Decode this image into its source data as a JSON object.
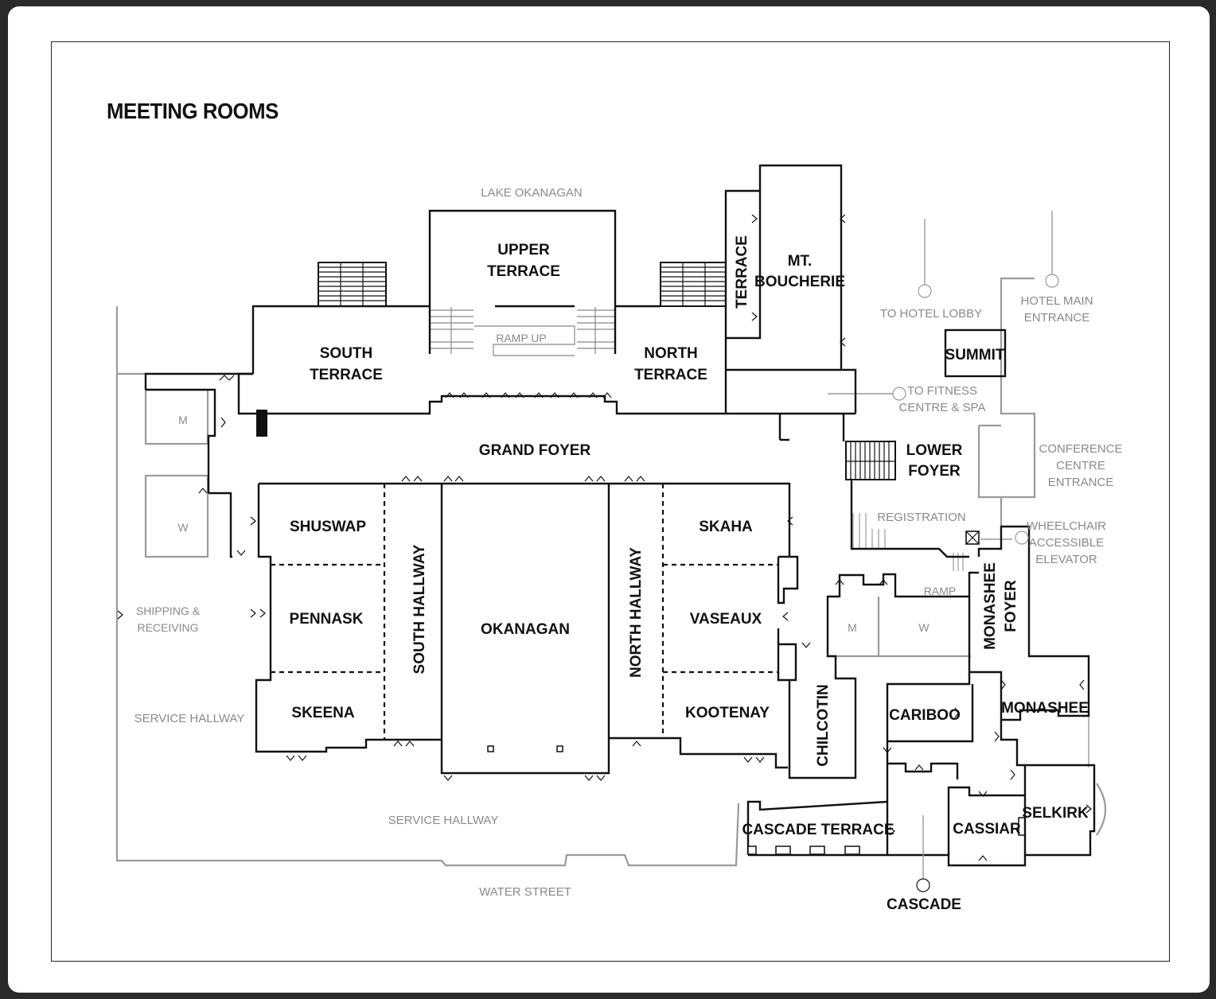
{
  "title": "MEETING ROOMS",
  "rooms": {
    "upper_terrace": [
      "UPPER",
      "TERRACE"
    ],
    "south_terrace": [
      "SOUTH",
      "TERRACE"
    ],
    "north_terrace": [
      "NORTH",
      "TERRACE"
    ],
    "terrace": "TERRACE",
    "mt_boucherie": [
      "MT.",
      "BOUCHERIE"
    ],
    "summit": "SUMMIT",
    "grand_foyer": "GRAND FOYER",
    "lower_foyer": [
      "LOWER",
      "FOYER"
    ],
    "shuswap": "SHUSWAP",
    "pennask": "PENNASK",
    "skeena": "SKEENA",
    "south_hallway": "SOUTH HALLWAY",
    "okanagan": "OKANAGAN",
    "north_hallway": "NORTH HALLWAY",
    "skaha": "SKAHA",
    "vaseaux": "VASEAUX",
    "kootenay": "KOOTENAY",
    "chilcotin": "CHILCOTIN",
    "monashee_foyer": [
      "MONASHEE",
      "FOYER"
    ],
    "cariboo": "CARIBOO",
    "monashee": "MONASHEE",
    "cascade_terrace": "CASCADE TERRACE",
    "cassiar": "CASSIAR",
    "selkirk": "SELKIRK",
    "cascade": "CASCADE"
  },
  "labels": {
    "lake_okanagan": "LAKE OKANAGAN",
    "ramp_up": "RAMP UP",
    "to_hotel_lobby": "TO HOTEL LOBBY",
    "hotel_main_entrance": [
      "HOTEL MAIN",
      "ENTRANCE"
    ],
    "to_fitness": [
      "TO FITNESS",
      "CENTRE & SPA"
    ],
    "conference_entrance": [
      "CONFERENCE",
      "CENTRE",
      "ENTRANCE"
    ],
    "registration": "REGISTRATION",
    "wheelchair_elevator": [
      "WHEELCHAIR",
      "ACCESSIBLE",
      "ELEVATOR"
    ],
    "ramp": "RAMP",
    "shipping_receiving": [
      "SHIPPING &",
      "RECEIVING"
    ],
    "service_hallway_left": "SERVICE HALLWAY",
    "service_hallway_bottom": "SERVICE HALLWAY",
    "water_street": "WATER STREET",
    "restroom_m_left": "M",
    "restroom_w_left": "W",
    "restroom_m_right": "M",
    "restroom_w_right": "W"
  },
  "colors": {
    "wall": "#111111",
    "context": "#9a9a9a",
    "background": "#ffffff",
    "outer": "#2a2a2a"
  }
}
